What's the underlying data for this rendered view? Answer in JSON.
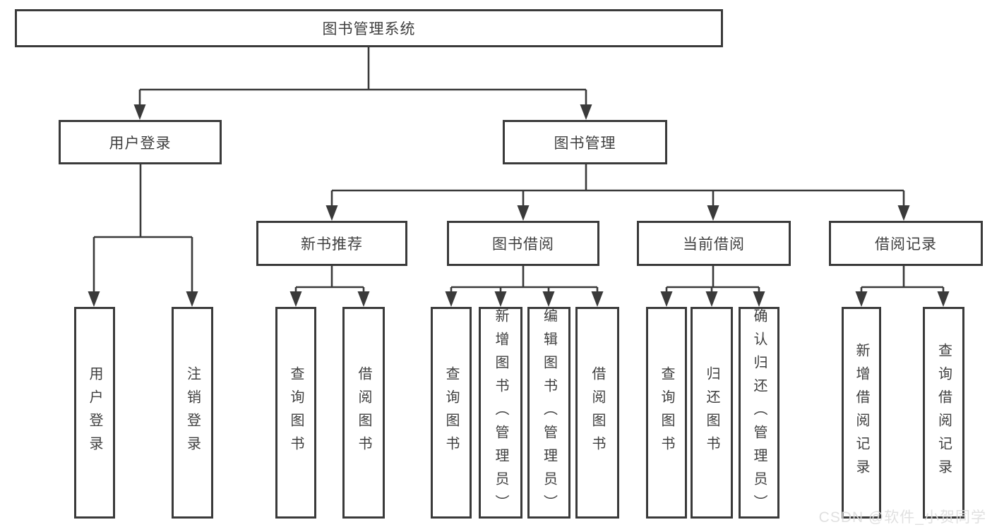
{
  "colors": {
    "line": "#3a3a3a",
    "text": "#3f3f3f",
    "box_background": "#ffffff",
    "watermark": "#dedede"
  },
  "watermark": {
    "text": "CSDN @软件_小贺同学"
  },
  "tree": {
    "root": {
      "label": "图书管理系统"
    },
    "branches": [
      {
        "label": "用户登录",
        "children": [
          {
            "label": "用户登录"
          },
          {
            "label": "注销登录"
          }
        ]
      },
      {
        "label": "图书管理",
        "children": [
          {
            "label": "新书推荐",
            "children": [
              {
                "label": "查询图书"
              },
              {
                "label": "借阅图书"
              }
            ]
          },
          {
            "label": "图书借阅",
            "children": [
              {
                "label": "查询图书"
              },
              {
                "label": "新增图书（管理员）"
              },
              {
                "label": "编辑图书（管理员）"
              },
              {
                "label": "借阅图书"
              }
            ]
          },
          {
            "label": "当前借阅",
            "children": [
              {
                "label": "查询图书"
              },
              {
                "label": "归还图书"
              },
              {
                "label": "确认归还（管理员）"
              }
            ]
          },
          {
            "label": "借阅记录",
            "children": [
              {
                "label": "新增借阅记录"
              },
              {
                "label": "查询借阅记录"
              }
            ]
          }
        ]
      }
    ]
  }
}
